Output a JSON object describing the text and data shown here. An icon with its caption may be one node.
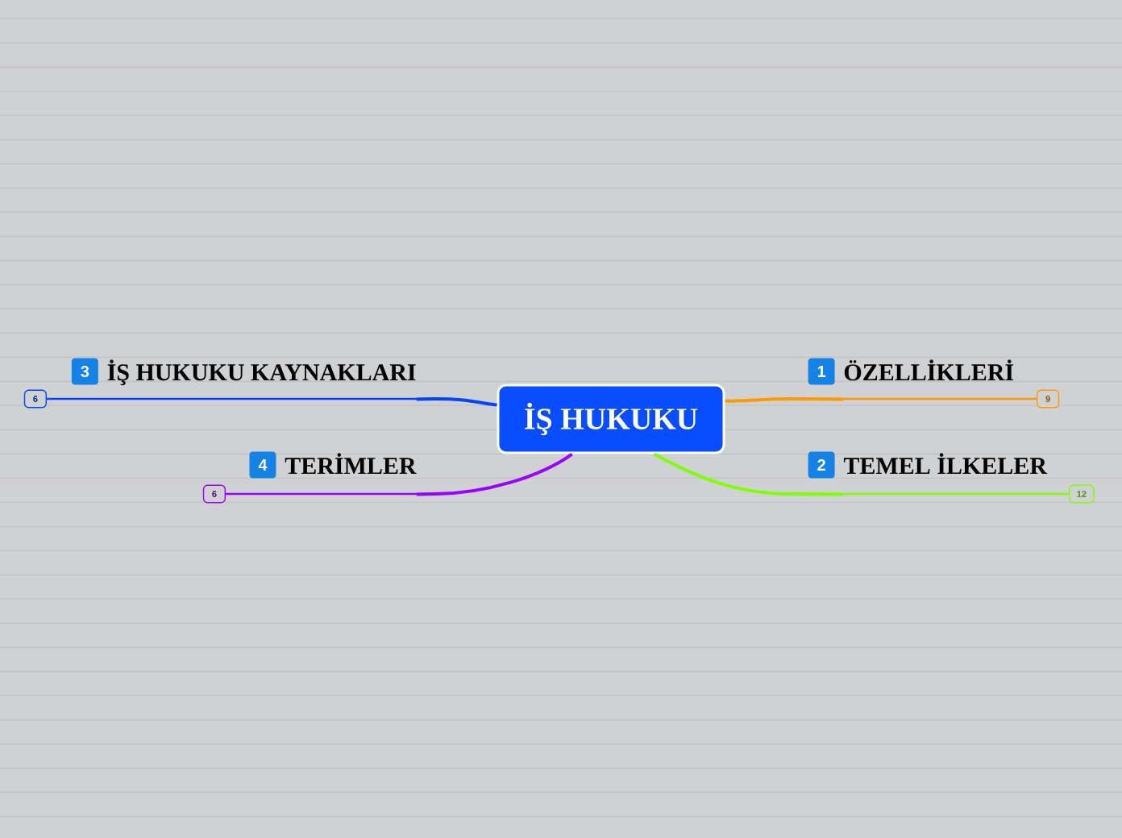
{
  "diagram": {
    "nodes": [
      {
        "text": [
          "İŞ HUKUKU"
        ]
      },
      {
        "text": [
          "1",
          "ÖZELLİKLERİ"
        ],
        "beside": [
          "9"
        ]
      },
      {
        "text": [
          "2",
          "TEMEL İLKELER"
        ],
        "beside": [
          "12"
        ]
      },
      {
        "text": [
          "3",
          "İŞ HUKUKU KAYNAKLARI"
        ],
        "beside": [
          "6"
        ]
      },
      {
        "text": [
          "4",
          "TERİMLER"
        ],
        "beside": [
          "6"
        ]
      }
    ],
    "edges": [
      {
        "from": 0,
        "to": 1,
        "arrow": "none",
        "color": "#ff9900"
      },
      {
        "from": 0,
        "to": 2,
        "arrow": "none",
        "color": "#80ff00"
      },
      {
        "from": 0,
        "to": 3,
        "arrow": "none",
        "color": "#0044ff"
      },
      {
        "from": 0,
        "to": 4,
        "arrow": "none",
        "color": "#9900ff"
      }
    ]
  }
}
